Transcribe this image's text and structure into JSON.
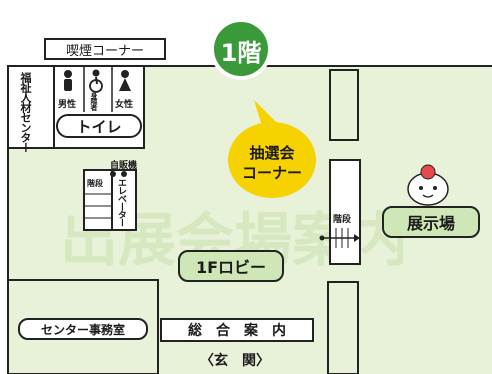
{
  "floor": {
    "label": "1階",
    "color": "#3a9a3a"
  },
  "smoking_corner": "喫煙コーナー",
  "welfare_center": "福祉人材センター",
  "toilet": {
    "label": "トイレ",
    "sections": [
      "男性",
      "身障者",
      "女性"
    ]
  },
  "vending": "自販機",
  "stairs_left": "階段",
  "elevator": "エレベーター",
  "lottery_corner": {
    "line1": "抽選会",
    "line2": "コーナー",
    "color": "#f6d200"
  },
  "stairs_right": "階段",
  "exhibition": {
    "label": "展示場",
    "color": "#cfe7b6"
  },
  "lobby": {
    "label": "1Fロビー",
    "color": "#cfe7b6"
  },
  "office": "センター事務室",
  "info": "総　合　案　内",
  "entrance": "〈玄　関〉",
  "background_text": "出展会場案内",
  "colors": {
    "floor": "#e6f1d3",
    "wall": "#222222",
    "accent_green": "#3a9a3a"
  }
}
